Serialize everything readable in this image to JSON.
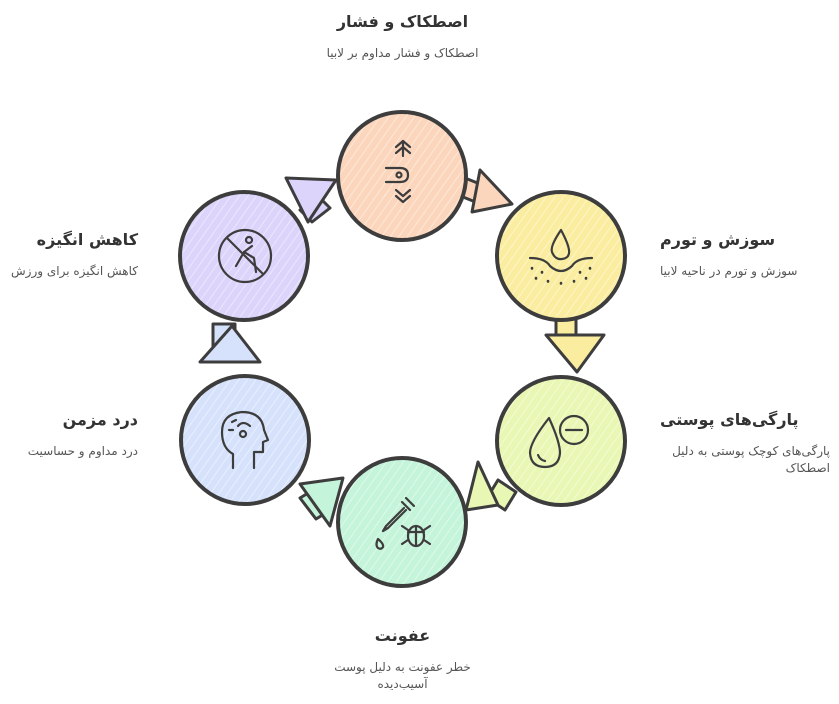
{
  "stages": [
    {
      "id": "friction",
      "title": "اصطکاک و فشار",
      "desc": "اصطکاک و فشار مداوم بر لابیا",
      "color": "#fbd6bc",
      "icon": "finger-pressure-icon"
    },
    {
      "id": "swelling",
      "title": "سوزش و تورم",
      "desc": "سوزش و تورم در ناحیه لابیا",
      "color": "#fbed9f",
      "icon": "skin-drop-icon"
    },
    {
      "id": "tears",
      "title": "پارگی‌های پوستی",
      "desc": "پارگی‌های کوچک پوستی به دلیل اصطکاک",
      "color": "#e9f7b4",
      "icon": "drop-minus-icon"
    },
    {
      "id": "infection",
      "title": "عفونت",
      "desc": "خطر عفونت به دلیل پوست آسیب‌دیده",
      "color": "#c4f4d9",
      "icon": "dropper-bug-icon"
    },
    {
      "id": "chronic-pain",
      "title": "درد مزمن",
      "desc": "درد مداوم و حساسیت",
      "color": "#d6e2fb",
      "icon": "head-pain-icon"
    },
    {
      "id": "motivation",
      "title": "کاهش انگیزه",
      "desc": "کاهش انگیزه برای ورزش",
      "color": "#dcd4fb",
      "icon": "no-exercise-icon"
    }
  ],
  "colors": {
    "stroke": "#3d3d3d",
    "arrow_fill": "#ffffff"
  }
}
